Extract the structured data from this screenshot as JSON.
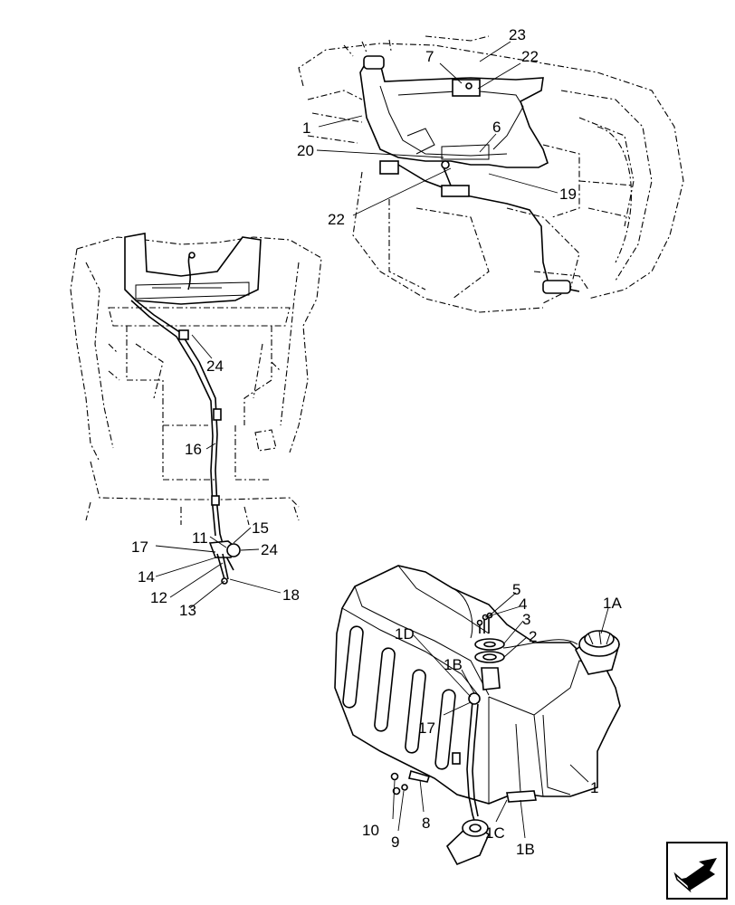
{
  "callouts": {
    "top": {
      "c23": "23",
      "c7": "7",
      "c22a": "22",
      "c1": "1",
      "c6": "6",
      "c20": "20",
      "c19": "19",
      "c22b": "22"
    },
    "left": {
      "c24a": "24",
      "c16": "16",
      "c15": "15",
      "c11": "11",
      "c17": "17",
      "c24b": "24",
      "c14": "14",
      "c12": "12",
      "c13": "13",
      "c18": "18"
    },
    "tank": {
      "c5": "5",
      "c4": "4",
      "c1A": "1A",
      "c3": "3",
      "c2": "2",
      "c1D": "1D",
      "c1B": "1B",
      "c17": "17",
      "c1": "1",
      "c10": "10",
      "c9": "9",
      "c8": "8",
      "c1C": "1C",
      "c1Bb": "1B"
    }
  },
  "icons": {
    "nav": "next-page-arrow-icon"
  }
}
